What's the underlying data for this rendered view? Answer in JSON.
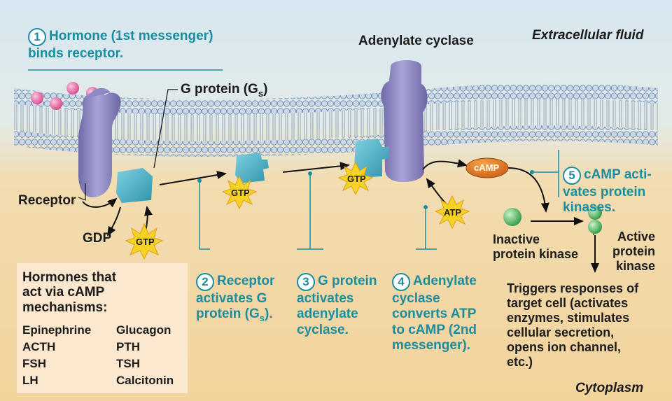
{
  "labels": {
    "extracellular": "Extracellular fluid",
    "cytoplasm": "Cytoplasm",
    "adenylate_cyclase": "Adenylate cyclase",
    "g_protein": "G protein (G",
    "g_protein_sub": "s",
    "g_protein_close": ")",
    "receptor": "Receptor",
    "gdp": "GDP",
    "gtp": "GTP",
    "atp": "ATP",
    "camp": "cAMP",
    "inactive_pk": "Inactive\nprotein kinase",
    "active_pk": "Active\nprotein\nkinase",
    "triggers": "Triggers responses of\ntarget cell (activates\nenzymes, stimulates\ncellular secretion,\nopens ion channel,\netc.)"
  },
  "steps": [
    {
      "num": "1",
      "text": "Hormone (1st messenger)\nbinds receptor."
    },
    {
      "num": "2",
      "text": "Receptor\nactivates G\nprotein (G",
      "sub": "s",
      "tail": ")."
    },
    {
      "num": "3",
      "text": "G protein\nactivates\nadenylate\ncyclase."
    },
    {
      "num": "4",
      "text": "Adenylate\ncyclase\nconverts ATP\nto cAMP (2nd\nmessenger)."
    },
    {
      "num": "5",
      "text": "cAMP acti-\nvates protein\nkinases."
    }
  ],
  "hormones": {
    "title": "Hormones that\nact via cAMP\nmechanisms:",
    "rows": [
      [
        "Epinephrine",
        "Glucagon"
      ],
      [
        "ACTH",
        "PTH"
      ],
      [
        "FSH",
        "TSH"
      ],
      [
        "LH",
        "Calcitonin"
      ]
    ]
  },
  "colors": {
    "extracellular": "#d3e5f0",
    "cytoplasm": "#f3d7a4",
    "receptor": "#8b86c0",
    "g_protein": "#4fb3c8",
    "gtp_burst": "#f6d227",
    "camp": "#e07a20",
    "kinase": "#5cbf6a",
    "hormone": "#e06aa2",
    "accent_text": "#1a8ea0"
  }
}
